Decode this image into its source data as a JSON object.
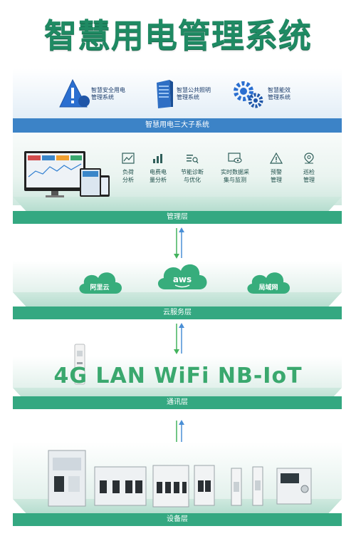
{
  "title": "智慧用电管理系统",
  "subsystems": [
    {
      "label_line1": "智慧安全用电",
      "label_line2": "管理系统",
      "icon": "warning-hand-icon"
    },
    {
      "label_line1": "智慧公共照明",
      "label_line2": "管理系统",
      "icon": "server-tower-icon"
    },
    {
      "label_line1": "智慧能效",
      "label_line2": "管理系统",
      "icon": "gears-icon"
    }
  ],
  "subsystems_bar": "智慧用电三大子系统",
  "management_layer": {
    "label": "管理层",
    "items": [
      {
        "line1": "负荷",
        "line2": "分析",
        "icon": "line-chart-icon"
      },
      {
        "line1": "电费电",
        "line2": "量分析",
        "icon": "bar-chart-icon"
      },
      {
        "line1": "节能诊断",
        "line2": "与优化",
        "icon": "list-search-icon"
      },
      {
        "line1": "实时数据采",
        "line2": "集与监测",
        "icon": "monitor-eye-icon"
      },
      {
        "line1": "预警",
        "line2": "管理",
        "icon": "warning-triangle-icon"
      },
      {
        "line1": "巡检",
        "line2": "管理",
        "icon": "location-pin-icon"
      }
    ]
  },
  "cloud_layer": {
    "label": "云服务层",
    "clouds": [
      "阿里云",
      "aws",
      "局域网"
    ]
  },
  "comm_layer": {
    "label": "通讯层",
    "protocols": "4G LAN WiFi NB-IoT"
  },
  "device_layer": {
    "label": "设备层"
  },
  "colors": {
    "title": "#1f8a63",
    "subsystem_bar": "#3c83c7",
    "layer_bar": "#34a881",
    "cloud": "#37ad7c",
    "arrow_green": "#43b35d",
    "arrow_blue": "#4a8fd6"
  }
}
